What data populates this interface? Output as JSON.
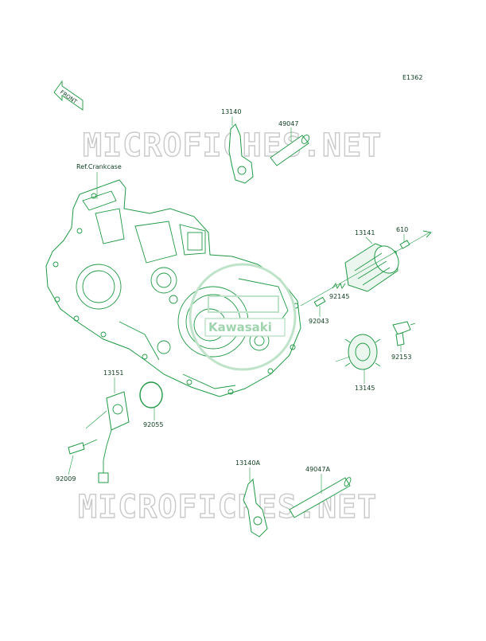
{
  "diagram_code": "E1362",
  "front_label": "FRONT",
  "watermark_text": "MICROFICHES.NET",
  "logo_text": "Kawasaki",
  "ref_label": "Ref.Crankcase",
  "labels": {
    "p13140": "13140",
    "p49047": "49047",
    "p13141": "13141",
    "p610": "610",
    "p92145": "92145",
    "p92043": "92043",
    "p92153": "92153",
    "p13145": "13145",
    "p13151": "13151",
    "p92055": "92055",
    "p92009": "92009",
    "p13140A": "13140A",
    "p49047A": "49047A"
  },
  "colors": {
    "line": "#1f9a44",
    "text": "#0b3d1f",
    "watermark": "#c9c9c9"
  }
}
